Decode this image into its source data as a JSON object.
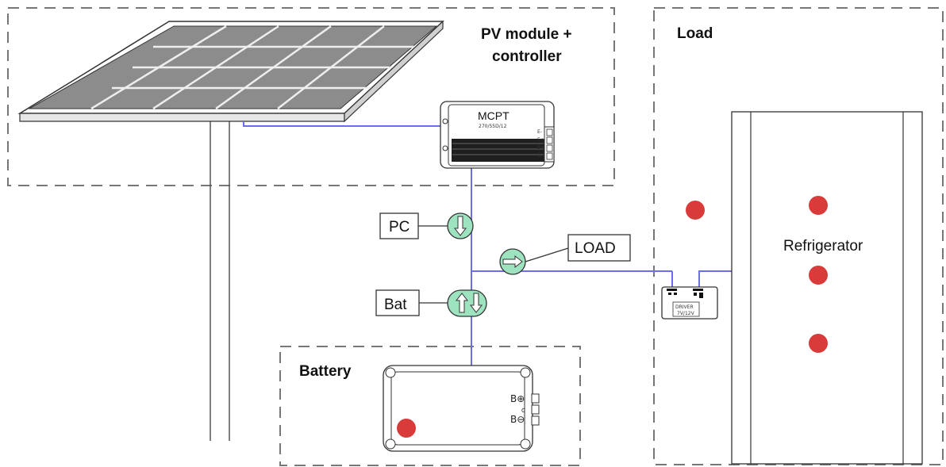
{
  "regions": {
    "pv_label_line1": "PV module +",
    "pv_label_line2": "controller",
    "load_label": "Load",
    "battery_label": "Battery"
  },
  "controller": {
    "model": "MCPT",
    "code": "270/55D/12",
    "terminals": [
      "E-",
      "E+",
      "B+",
      "B-"
    ]
  },
  "sensors": {
    "pc_label": "PC",
    "bat_label": "Bat",
    "load_label": "LOAD"
  },
  "driver": {
    "line1": "DRIVER",
    "line2": "7V/12V"
  },
  "battery": {
    "terminal_plus": "B⊕",
    "terminal_c": "C",
    "terminal_minus": "B⊖"
  },
  "refrigerator": {
    "label": "Refrigerator"
  },
  "colors": {
    "wire": "#6a6ee8",
    "sensor_fill": "#9ee3bf",
    "marker": "#d93b3b",
    "dashed_border": "#777777"
  }
}
